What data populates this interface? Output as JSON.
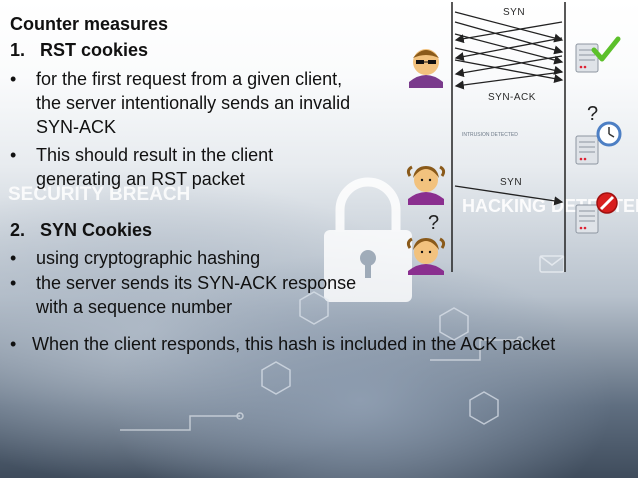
{
  "slide": {
    "heading": "Counter measures",
    "section1": {
      "number": "1.",
      "title": "RST cookies",
      "bullets": [
        [
          "for the first request from a given client,",
          "the server intentionally sends an invalid",
          "SYN-ACK"
        ],
        [
          "This should result in the client",
          "generating an RST packet"
        ]
      ]
    },
    "section2": {
      "number": "2.",
      "title": "SYN Cookies",
      "bullets": [
        [
          "using cryptographic hashing"
        ],
        [
          "the server sends its SYN-ACK response",
          "with a sequence number"
        ]
      ]
    },
    "final_bullet": "When the client responds, this hash is included in the ACK packet",
    "bullet_glyph": "•"
  },
  "background_text": {
    "security_breach": "SECURITY BREACH",
    "hacking_detected": "HACKING DETECTED",
    "intrusion_detected": "INTRUSION DETECTED"
  },
  "diagram": {
    "labels": {
      "syn_top": "SYN",
      "syn_ack": "SYN-ACK",
      "syn_bottom": "SYN"
    },
    "question_mark": "?",
    "icons": [
      "attacker-avatar",
      "client-avatar",
      "client-avatar",
      "server-ok",
      "server-clock",
      "server-blocked"
    ],
    "colors": {
      "check": "#5cc02a",
      "blocked": "#d81e1e",
      "clock": "#4d7fc4",
      "avatar_face": "#f2c27e",
      "avatar_hair": "#8a5a1a",
      "attacker_shirt": "#7a3b8c",
      "client_shirt": "#8a2f8f"
    }
  }
}
